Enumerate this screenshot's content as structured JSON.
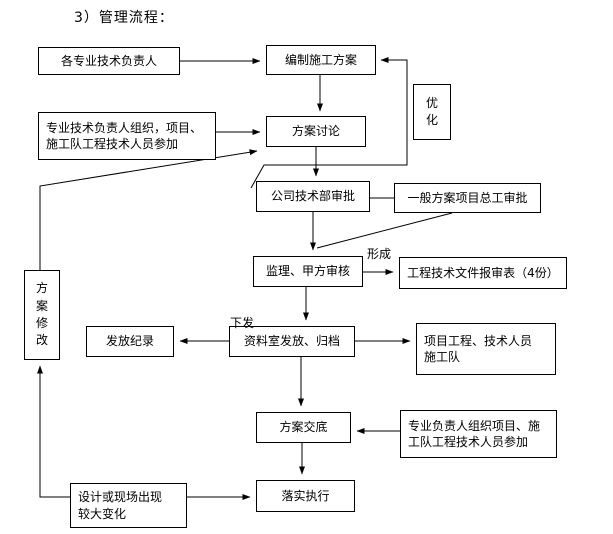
{
  "title": "3）管理流程：",
  "flow_labels": {
    "forming": "形成",
    "issue": "下发"
  },
  "nodes": {
    "tech_leaders": {
      "label": "各专业技术负责人"
    },
    "compile_plan": {
      "label": "编制施工方案"
    },
    "optimize": {
      "label": "优化"
    },
    "org_participate_1": {
      "line1": "专业技术负责人组织，项目、",
      "line2": "施工队工程技术人员参加"
    },
    "discuss": {
      "label": "方案讨论"
    },
    "company_approval": {
      "label": "公司技术部审批"
    },
    "general_approval": {
      "label": "一般方案项目总工审批"
    },
    "supervision_review": {
      "label": "监理、甲方审核"
    },
    "submission_form": {
      "label": "工程技术文件报审表（4份）"
    },
    "plan_modify": {
      "label": "方案修改"
    },
    "distribution_record": {
      "label": "发放纪录"
    },
    "archive_room": {
      "label": "资料室发放、归档"
    },
    "project_staff": {
      "line1": "项目工程、技术人员",
      "line2": "施工队"
    },
    "disclosure": {
      "label": "方案交底"
    },
    "org_participate_2": {
      "line1": "专业负责人组织项目、施",
      "line2": "工队工程技术人员参加"
    },
    "site_change": {
      "line1": "设计或现场出现",
      "line2": "较大变化"
    },
    "implement": {
      "label": "落实执行"
    }
  }
}
